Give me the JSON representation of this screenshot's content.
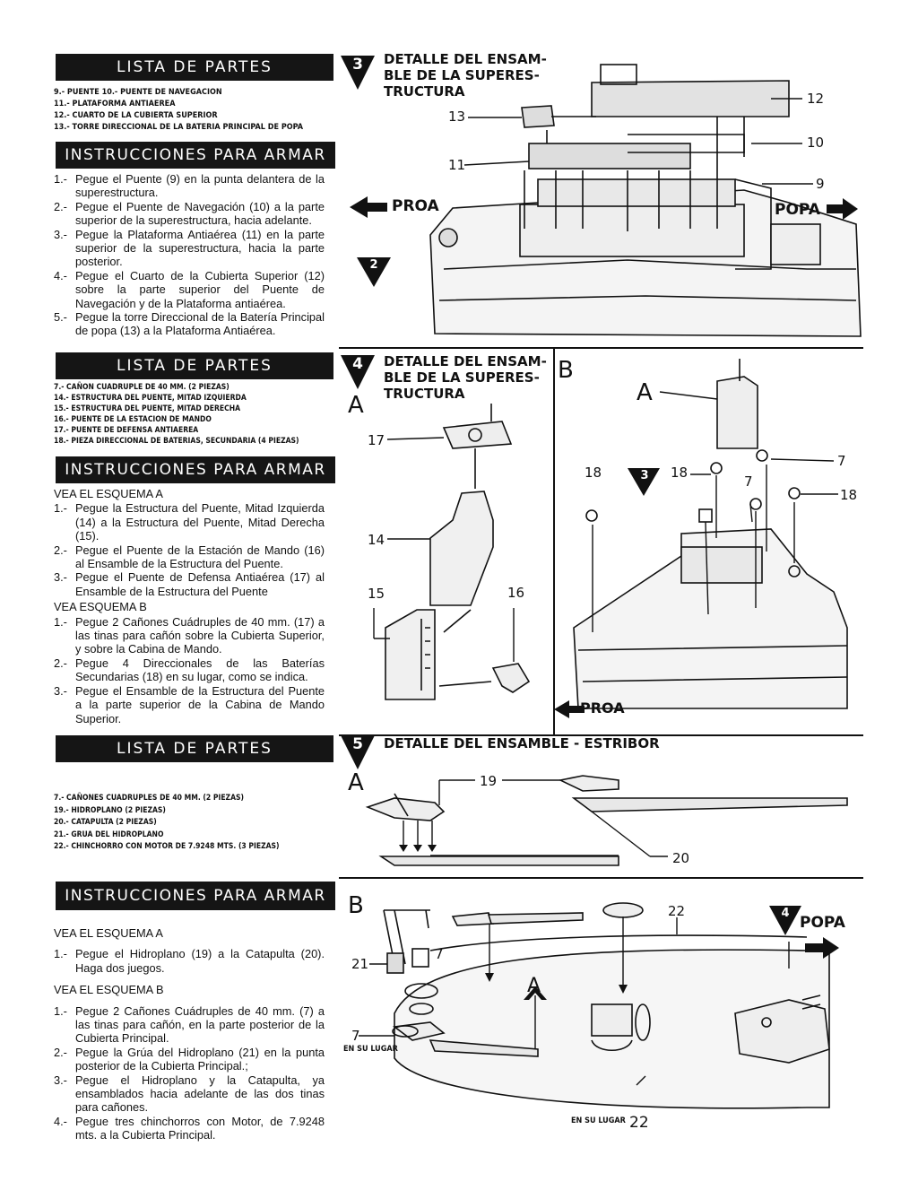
{
  "s3": {
    "parts_title": "LISTA DE PARTES",
    "parts": [
      "9.- PUENTE      10.- PUENTE DE NAVEGACION",
      "11.- PLATAFORMA ANTIAEREA",
      "12.- CUARTO DE LA CUBIERTA SUPERIOR",
      "13.- TORRE DIRECCIONAL DE LA BATERIA PRINCIPAL DE POPA"
    ],
    "instr_title": "INSTRUCCIONES PARA ARMAR",
    "steps": [
      {
        "n": "1.-",
        "t": "Pegue el Puente (9) en la punta delantera de la superestructura."
      },
      {
        "n": "2.-",
        "t": "Pegue el Puente de Navegación (10) a la parte superior de la superestructura, hacia adelante."
      },
      {
        "n": "3.-",
        "t": "Pegue la Plataforma Antiaérea (11) en la parte superior de la superestructura, hacia la parte posterior."
      },
      {
        "n": "4.-",
        "t": "Pegue el Cuarto de la Cubierta Superior (12) sobre la parte superior del Puente de Navegación y de la Plataforma antiaérea."
      },
      {
        "n": "5.-",
        "t": "Pegue la torre Direccional de la Batería Principal de popa (13) a la Plataforma Antiaérea."
      }
    ],
    "badge": "3",
    "detail_title": [
      "DETALLE DEL ENSAM-",
      "BLE DE LA SUPERES-",
      "TRUCTURA"
    ],
    "labels": {
      "l13": "13",
      "l12": "12",
      "l10": "10",
      "l11": "11",
      "l9": "9",
      "proa": "PROA",
      "popa": "POPA",
      "prev": "2"
    }
  },
  "s4": {
    "parts_title": "LISTA DE PARTES",
    "parts": [
      "7.- CAÑON CUADRUPLE DE 40 mm. (2 Piezas)",
      "14.- ESTRUCTURA DEL PUENTE, MITAD IZQUIERDA",
      "15.- ESTRUCTURA DEL PUENTE, MITAD DERECHA",
      "16.- PUENTE DE LA ESTACION DE MANDO",
      "17.- PUENTE DE DEFENSA ANTIAEREA",
      "18.- PIEZA DIRECCIONAL DE BATERIAS, SECUNDARIA (4 Piezas)"
    ],
    "instr_title": "INSTRUCCIONES PARA ARMAR",
    "ver_a": "VEA EL ESQUEMA A",
    "steps_a": [
      {
        "n": "1.-",
        "t": "Pegue la Estructura del Puente, Mitad Izquierda (14) a la Estructura del Puente, Mitad Derecha (15)."
      },
      {
        "n": "2.-",
        "t": "Pegue el Puente de la Estación de Mando (16) al Ensamble de la Estructura del Puente."
      },
      {
        "n": "3.-",
        "t": "Pegue el Puente de Defensa Antiaérea (17) al Ensamble de la Estructura del Puente"
      }
    ],
    "ver_b": "VEA ESQUEMA B",
    "steps_b": [
      {
        "n": "1.-",
        "t": "Pegue 2 Cañones Cuádruples de 40 mm. (17) a las tinas para cañón sobre la Cubierta Superior, y sobre la Cabina de Mando."
      },
      {
        "n": "2.-",
        "t": "Pegue 4 Direccionales de las Baterías Secundarias (18) en su lugar, como se indica."
      },
      {
        "n": "3.-",
        "t": "Pegue el Ensamble de la Estructura del Puente a la parte superior de la Cabina de Mando Superior."
      }
    ],
    "badge": "4",
    "detail_title": [
      "DETALLE DEL ENSAM-",
      "BLE DE LA SUPERES-",
      "TRUCTURA"
    ],
    "labels": {
      "a": "A",
      "b": "B",
      "a2": "A",
      "l17": "17",
      "l14": "14",
      "l15": "15",
      "l16": "16",
      "l18a": "18",
      "l18b": "18",
      "l18c": "18",
      "l7a": "7",
      "l7b": "7",
      "prev": "3",
      "proa": "PROA"
    }
  },
  "s5": {
    "parts_title": "LISTA DE PARTES",
    "parts": [
      "7.- CAÑONES CUADRUPLES DE 40 mm. (2 Piezas)",
      "19.- HIDROPLANO (2 Piezas)",
      "20.- CATAPULTA (2 Piezas)",
      "21.- GRUA DEL HIDROPLANO",
      "22.- CHINCHORRO CON MOTOR DE 7.9248 mts. (3 Piezas)"
    ],
    "badge": "5",
    "detail_title": "DETALLE DEL ENSAMBLE - ESTRIBOR",
    "labels": {
      "a": "A",
      "l19": "19",
      "l20": "20"
    }
  },
  "s6": {
    "instr_title": "INSTRUCCIONES PARA ARMAR",
    "ver_a": "VEA EL ESQUEMA A",
    "steps_a": [
      {
        "n": "1.-",
        "t": "Pegue el Hidroplano (19) a la Catapulta (20). Haga dos juegos."
      }
    ],
    "ver_b": "VEA EL ESQUEMA B",
    "steps_b": [
      {
        "n": "1.-",
        "t": "Pegue 2 Cañones Cuádruples de 40 mm. (7) a las tinas para cañón, en la parte posterior de la Cubierta Principal."
      },
      {
        "n": "2.-",
        "t": "Pegue la Grúa del Hidroplano (21) en la punta posterior de la Cubierta Principal.;"
      },
      {
        "n": "3.-",
        "t": "Pegue el Hidroplano y la Catapulta, ya ensamblados hacia adelante de las dos tinas para cañones."
      },
      {
        "n": "4.-",
        "t": "Pegue tres chinchorros con Motor, de 7.9248 mts. a la Cubierta Principal."
      }
    ],
    "labels": {
      "b": "B",
      "l22top": "22",
      "l21": "21",
      "l7a": "7",
      "l7b": "7",
      "en_su_lugar_a": "EN SU LUGAR",
      "a": "A",
      "en_su_lugar_b": "EN SU LUGAR",
      "l22bot": "22",
      "next": "4",
      "popa": "POPA"
    }
  }
}
